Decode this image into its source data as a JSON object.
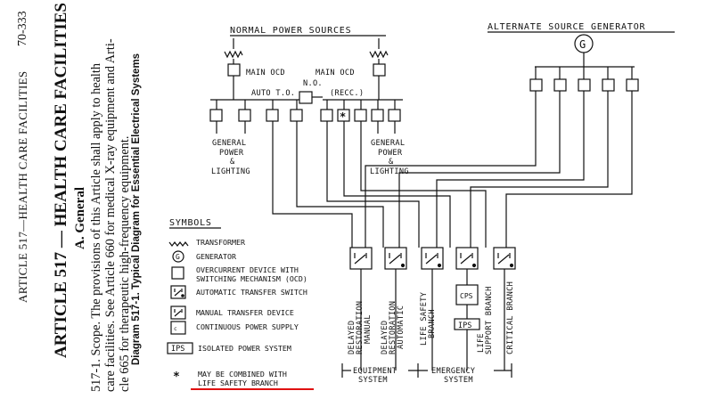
{
  "header": {
    "page_number": "70-333",
    "running_title": "ARTICLE 517—HEALTH CARE FACILITIES"
  },
  "article_title": "ARTICLE 517 — HEALTH CARE FACILITIES",
  "section_heading": "A. General",
  "scope_lines": [
    "517-1. Scope. The provisions of this Article shall apply to health",
    "care facilities. See Article 660 for medical X-ray equipment and Arti-",
    "cle 665 for therapeutic high-frequency equipment."
  ],
  "diagram_caption": "Diagram 517-1. Typical Diagram for Essential Electrical Systems",
  "diagram": {
    "normal_sources_title": "NORMAL POWER SOURCES",
    "alternate_source_title": "ALTERNATE SOURCE GENERATOR",
    "generator_symbol": "G",
    "main_ocd_label_left": "MAIN OCD",
    "main_ocd_label_right": "MAIN OCD",
    "auto_to_label": "AUTO T.O.",
    "no_label": "N.O.",
    "recc_label": "(RECC.)",
    "general_power_left": [
      "GENERAL",
      "POWER",
      "&",
      "LIGHTING"
    ],
    "general_power_right": [
      "GENERAL",
      "POWER",
      "&",
      "LIGHTING"
    ],
    "asterisk": "*",
    "cps_label": "CPS",
    "ips_label": "IPS",
    "branches": [
      [
        "DELAYED",
        "RESTORATION",
        "MANUAL"
      ],
      [
        "DELAYED",
        "RESTORATION",
        "AUTOMATIC"
      ],
      [
        "LIFE SAFETY",
        "BRANCH"
      ],
      [
        "LIFE",
        "SUPPORT BRANCH"
      ],
      [
        "CRITICAL BRANCH"
      ]
    ],
    "equipment_system": [
      "EQUIPMENT",
      "SYSTEM"
    ],
    "emergency_system": [
      "EMERGENCY",
      "SYSTEM"
    ]
  },
  "symbols": {
    "title": "SYMBOLS",
    "items": [
      {
        "icon": "transformer-icon",
        "label": "TRANSFORMER"
      },
      {
        "icon": "generator-icon",
        "label": "GENERATOR"
      },
      {
        "icon": "overcurrent-device-icon",
        "label": "OVERCURRENT DEVICE WITH"
      },
      {
        "icon": "",
        "label": "SWITCHING MECHANISM (OCD)"
      },
      {
        "icon": "automatic-transfer-switch-icon",
        "label": "AUTOMATIC TRANSFER SWITCH"
      },
      {
        "icon": "manual-transfer-device-icon",
        "label": "MANUAL TRANSFER DEVICE"
      },
      {
        "icon": "continuous-power-supply-icon",
        "label": "CONTINUOUS POWER SUPPLY"
      },
      {
        "icon": "isolated-power-system-icon",
        "label": "ISOLATED POWER SYSTEM"
      }
    ],
    "ips_icon_text": "IPS",
    "asterisk": "*",
    "note_lines": [
      "MAY BE COMBINED WITH",
      "LIFE SAFETY BRANCH"
    ]
  },
  "colors": {
    "ink": "#111111",
    "underline": "#e01010"
  }
}
